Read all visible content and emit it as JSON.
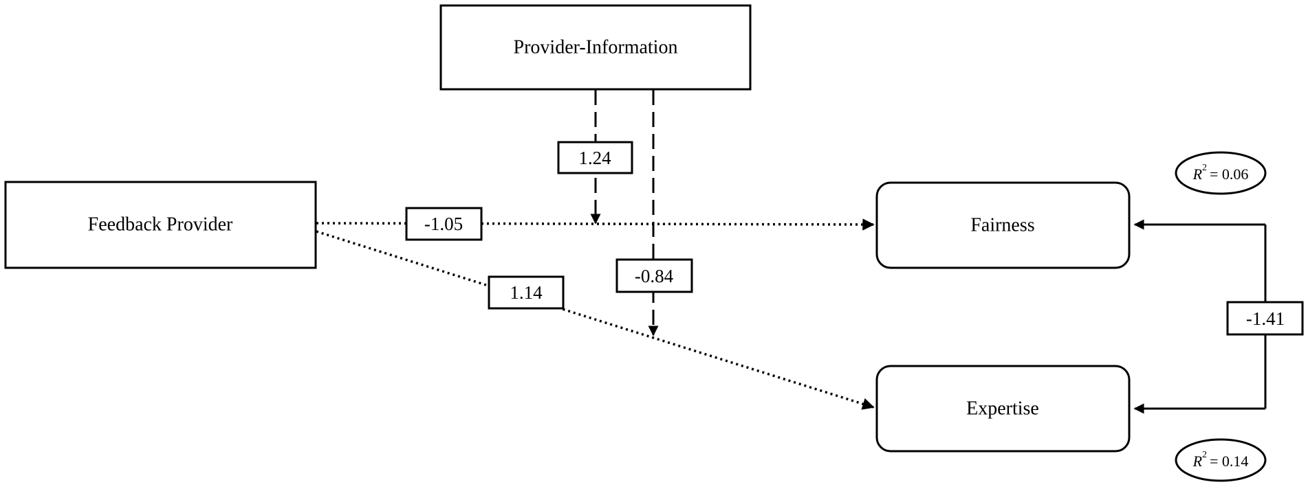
{
  "nodes": {
    "provider_information": "Provider-Information",
    "feedback_provider": "Feedback Provider",
    "fairness": "Fairness",
    "expertise": "Expertise"
  },
  "coefficients": {
    "moderation_fairness": "1.24",
    "provider_to_fairness": "-1.05",
    "moderation_expertise": "-0.84",
    "provider_to_expertise": "1.14",
    "fairness_expertise": "-1.41"
  },
  "r_squared": {
    "symbol": "R",
    "superscript": "2",
    "fairness_value": "= 0.06",
    "expertise_value": "= 0.14"
  }
}
